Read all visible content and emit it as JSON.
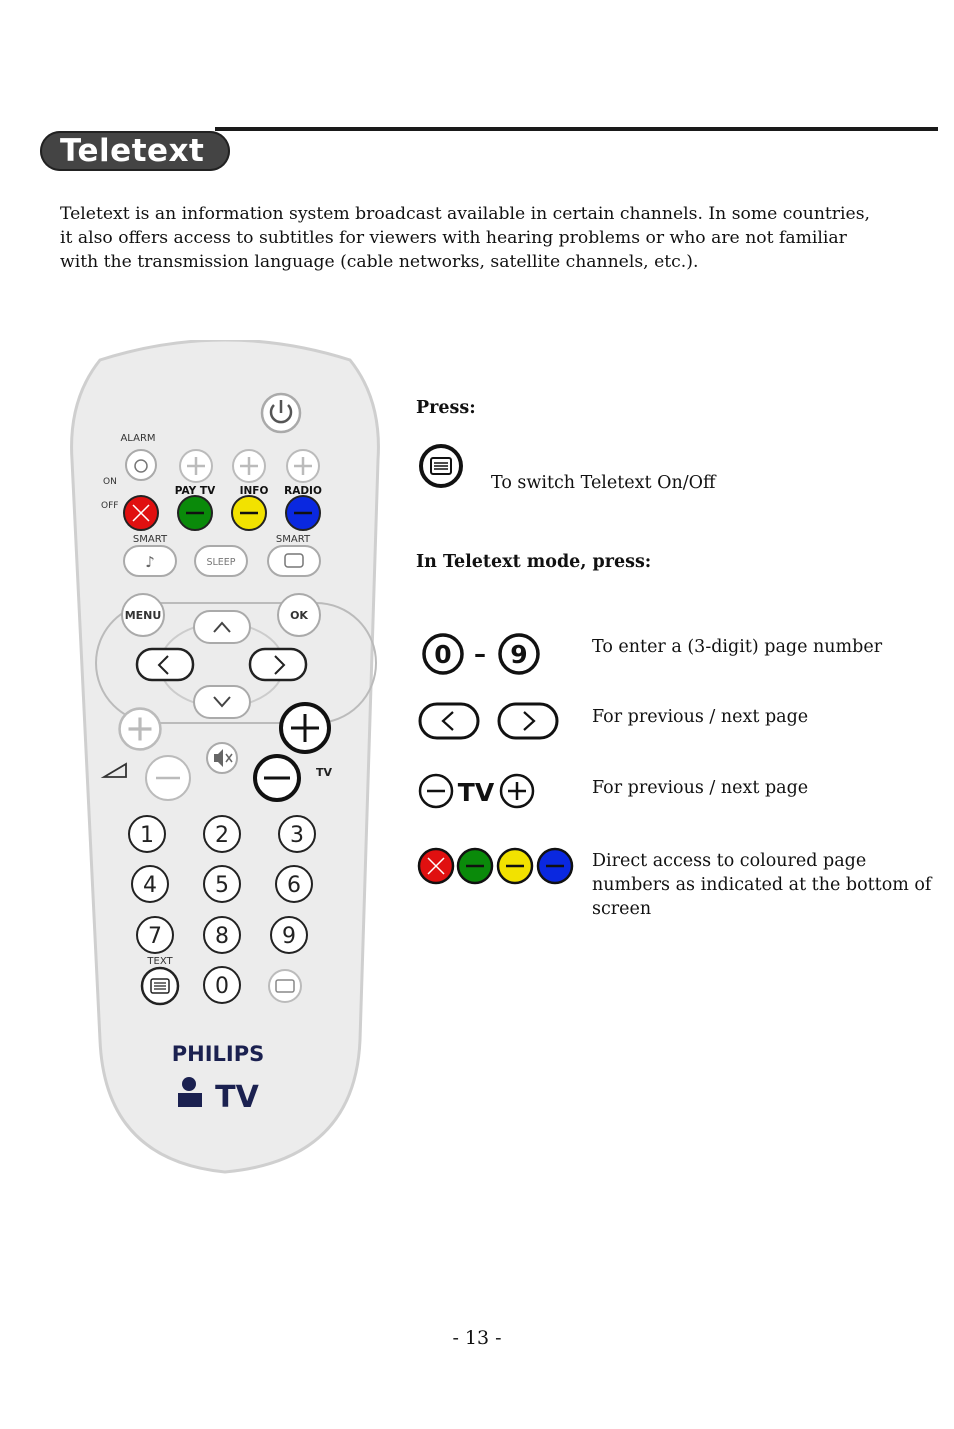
{
  "section": {
    "title": "Teletext"
  },
  "intro": "Teletext is an information system broadcast available in certain channels. In some countries, it also offers access to subtitles for viewers with hearing problems or who are not familiar with the transmission language (cable networks, satellite channels, etc.).",
  "remote": {
    "labels": {
      "alarm": "ALARM",
      "on": "ON",
      "off": "OFF",
      "pay_tv": "PAY TV",
      "info": "INFO",
      "radio": "RADIO",
      "smart_left": "SMART",
      "smart_right": "SMART",
      "sleep": "SLEEP",
      "menu": "MENU",
      "ok": "OK",
      "tv": "TV",
      "text": "TEXT"
    },
    "digits": [
      "1",
      "2",
      "3",
      "4",
      "5",
      "6",
      "7",
      "8",
      "9",
      "0"
    ],
    "brand": "PHILIPS",
    "brand_sub": "TV"
  },
  "instructions": {
    "press_heading": "Press:",
    "teletext_toggle": "To switch Teletext On/Off",
    "mode_heading": "In Teletext mode, press:",
    "digit_from": "0",
    "digit_to": "9",
    "digit_dash": "–",
    "tv_label": "TV",
    "rows": [
      {
        "text": "To enter a (3-digit) page number"
      },
      {
        "text": "For previous / next page"
      },
      {
        "text": "For previous / next page"
      },
      {
        "text": "Direct access to coloured page numbers as indicated at the bottom of screen"
      }
    ]
  },
  "colors": {
    "red": "#e01010",
    "green": "#0a8a0a",
    "yellow": "#f2e200",
    "blue": "#0a28e0"
  },
  "page_number": "- 13 -"
}
